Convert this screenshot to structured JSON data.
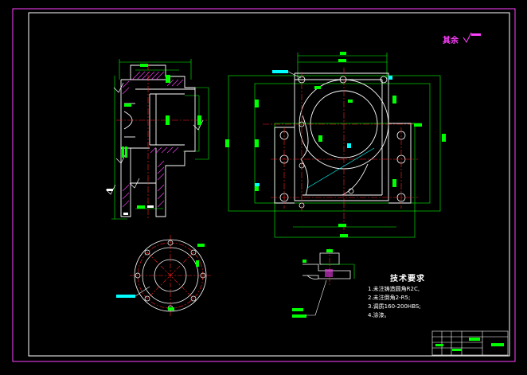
{
  "drawing": {
    "colors": {
      "background": "#000000",
      "outline": "#ffffff",
      "dimension": "#00ff00",
      "dimension_alt": "#00ffff",
      "centerline": "#ff2020",
      "hatch": "#ff40ff",
      "frame": "#ff40ff",
      "tag_green": "#00ff00",
      "tag_cyan": "#00ffff"
    },
    "roughness_note": "其余",
    "technical_requirements": {
      "title": "技术要求",
      "items": [
        "1.未注铸造圆角R2C,",
        "2.未注倒角2-R5;",
        "3.调质160-200HBS;",
        "4.涂漆。"
      ]
    }
  }
}
